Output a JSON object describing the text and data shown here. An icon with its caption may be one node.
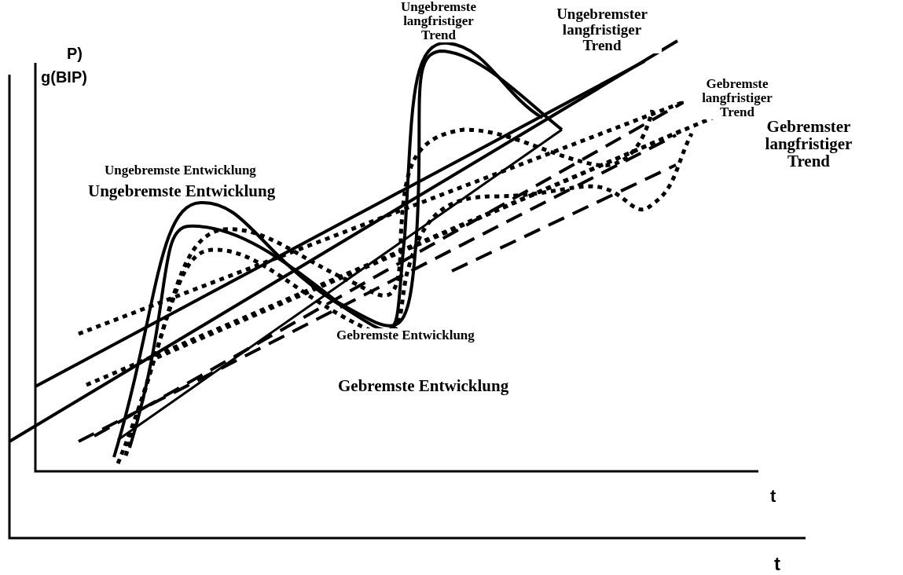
{
  "diagram": {
    "labels": [
      "Ungebremste langfristiger Trend",
      "Ungebremster langfristiger Trend",
      "P)",
      "g(BIP)",
      "Gebremste langfristiger Trend",
      "Gebremster langfristiger Trend",
      "Ungebremste Entwicklung",
      "Ungebremste Entwicklung",
      "Gebremste Entwicklung",
      "Gebremste Entwicklung",
      "t",
      "t"
    ]
  }
}
